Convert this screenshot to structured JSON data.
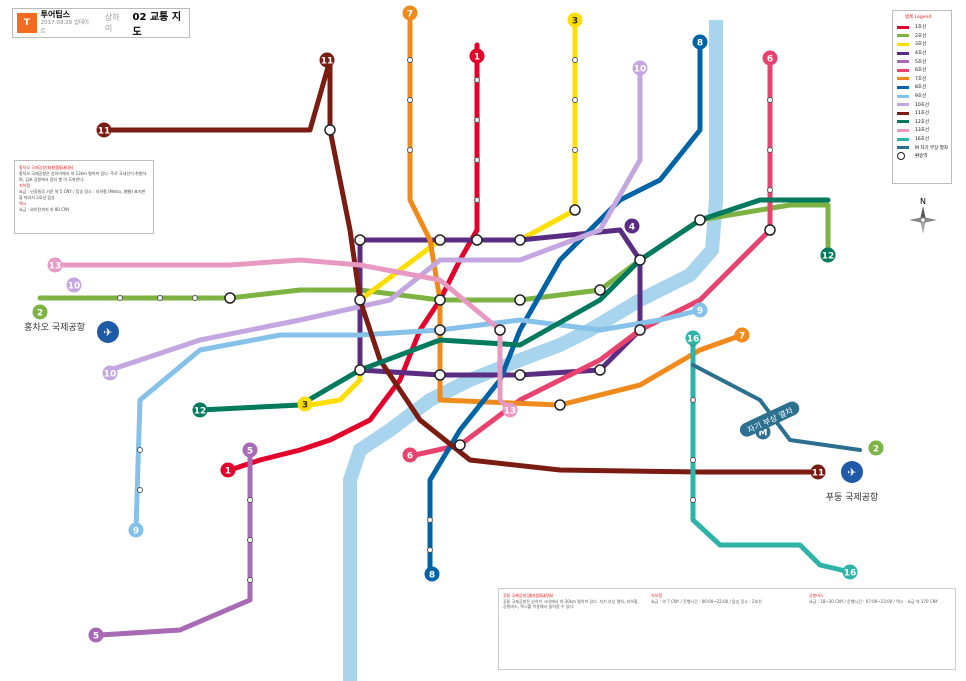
{
  "header": {
    "logo": "T",
    "brand": "투어팁스",
    "date": "2017.09.29 업데이트",
    "city": "상하이",
    "title": "02 교통 지도"
  },
  "legend": {
    "title": "범례 Legend",
    "items": [
      {
        "label": "1호선",
        "color": "#e3002b"
      },
      {
        "label": "2호선",
        "color": "#7cb342"
      },
      {
        "label": "3호선",
        "color": "#fedd00"
      },
      {
        "label": "4호선",
        "color": "#5a2d82"
      },
      {
        "label": "5호선",
        "color": "#a86ab5"
      },
      {
        "label": "6호선",
        "color": "#e8426e"
      },
      {
        "label": "7호선",
        "color": "#f08a1c"
      },
      {
        "label": "8호선",
        "color": "#0063a5"
      },
      {
        "label": "9호선",
        "color": "#85c1e9"
      },
      {
        "label": "10호선",
        "color": "#c4a7e0"
      },
      {
        "label": "11호선",
        "color": "#7b1c13"
      },
      {
        "label": "12호선",
        "color": "#007a5e"
      },
      {
        "label": "13호선",
        "color": "#e899c2"
      },
      {
        "label": "16호선",
        "color": "#2db3a8"
      },
      {
        "label": "M 자기 부상 열차",
        "color": "#2c6f8f"
      },
      {
        "label": "환승역",
        "color": "#ffffff"
      }
    ]
  },
  "airport_box": {
    "title": "홍차오 국제공항(虹桥国际机场)",
    "text": "홍차오 국제공항은 상하이에서 약 13km 떨어져 있다. 주로 국내선이 취항하며, 김포 공항에서 잡지 뻗 이 도착한다.",
    "sub1": "지하철",
    "sub1_text": "요금 : 난징둥루 기준 약 5 CNY / 탑승 장소 : 지하철 (Metro, 地铁) 표지판을 따라서 2호선 탑승",
    "sub2": "택시",
    "sub2_text": "요금 : 와이탄까지 약 80 CNY"
  },
  "pudong_box": {
    "title": "푸둥 국제공항(浦东国际机场)",
    "text": "푸둥 국제공항은 상하이 시내에서 약 30km 떨어져 있다. 자기 부상 열차, 지하철, 공항버스, 택시를 이용해서 들어갈 수 있다.",
    "col2_title": "지하철",
    "col2_text": "요금 : 약 7 CNY / 운행시간 : 06:00~22:00 / 탑승 장소 : 2호선",
    "col3_title": "공항버스",
    "col3_text": "요금 : 18~30 CNY / 운행시간 : 07:00~23:00 / 택시 : 요금 약 170 CNY"
  },
  "airports": {
    "hongqiao": "홍차오 국제공항",
    "pudong": "푸둥 국제공항",
    "maglev": "자기 부상 열차"
  },
  "compass": "N",
  "line_badges": [
    {
      "num": "1",
      "color": "#e3002b"
    },
    {
      "num": "2",
      "color": "#7cb342"
    },
    {
      "num": "3",
      "color": "#fedd00"
    },
    {
      "num": "4",
      "color": "#5a2d82"
    },
    {
      "num": "5",
      "color": "#a86ab5"
    },
    {
      "num": "6",
      "color": "#e8426e"
    },
    {
      "num": "7",
      "color": "#f08a1c"
    },
    {
      "num": "8",
      "color": "#0063a5"
    },
    {
      "num": "9",
      "color": "#85c1e9"
    },
    {
      "num": "10",
      "color": "#c4a7e0"
    },
    {
      "num": "11",
      "color": "#7b1c13"
    },
    {
      "num": "12",
      "color": "#007a5e"
    },
    {
      "num": "13",
      "color": "#e899c2"
    },
    {
      "num": "16",
      "color": "#2db3a8"
    },
    {
      "num": "M",
      "color": "#2c6f8f"
    }
  ]
}
